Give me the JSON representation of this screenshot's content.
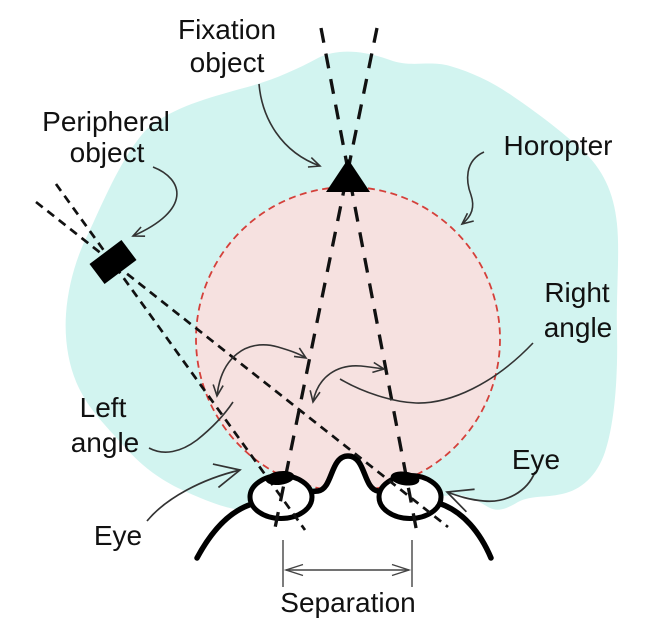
{
  "labels": {
    "fixation_object": {
      "line1": "Fixation",
      "line2": "object"
    },
    "peripheral_object": {
      "line1": "Peripheral",
      "line2": "object"
    },
    "horopter": "Horopter",
    "right_angle": {
      "line1": "Right",
      "line2": "angle"
    },
    "left_angle": {
      "line1": "Left",
      "line2": "angle"
    },
    "eye_left": "Eye",
    "eye_right": "Eye",
    "separation": "Separation"
  },
  "markers": {
    "fixation_marker": "filled-triangle",
    "peripheral_marker": "filled-rotated-rectangle",
    "horopter_outline_style": "red-dashed-circle",
    "sightline_style": "black-dashed-line"
  },
  "colors": {
    "background": "#ffffff",
    "visual_field_fill": "#d2f4f0",
    "horopter_fill": "#f6e1e0",
    "horopter_outline": "#d4403a",
    "ink": "#000000",
    "leader_stroke": "#333333",
    "measure_stroke": "#444444"
  }
}
